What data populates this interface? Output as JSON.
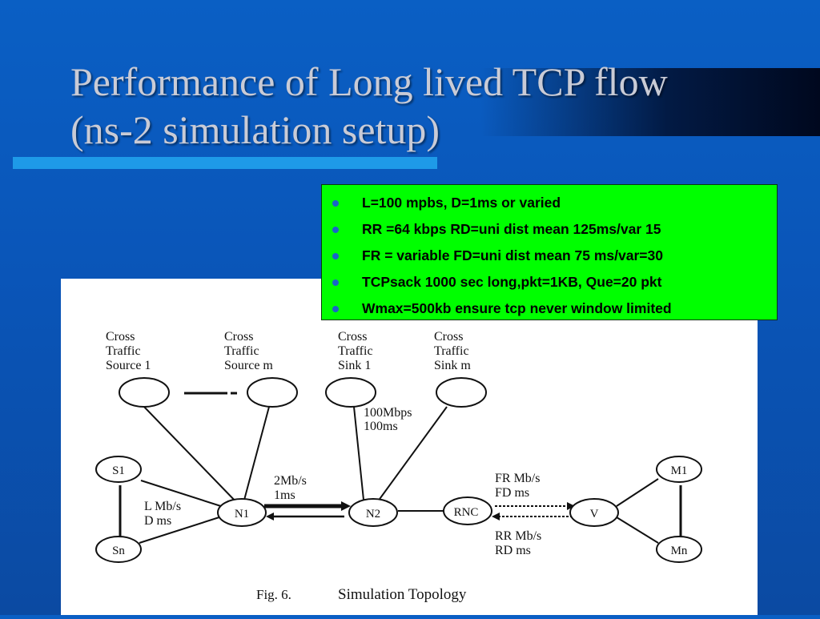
{
  "slide": {
    "title_line1": "Performance of Long lived TCP flow",
    "title_line2": "(ns-2 simulation setup)"
  },
  "params": [
    {
      "text": "L=100 mpbs, D=1ms or varied"
    },
    {
      "text": "RR =64 kbps RD=uni dist mean 125ms/var 15"
    },
    {
      "text": "FR = variable FD=uni dist mean 75 ms/var=30"
    },
    {
      "text": "TCPsack 1000 sec long,pkt=1KB, Que=20 pkt"
    },
    {
      "text": "Wmax=500kb ensure tcp never window limited"
    }
  ],
  "colors": {
    "background": "#0a5fc4",
    "bullet_box": "#00ff00",
    "bullet_dot": "#1a64c8",
    "rule": "#1e9ae8"
  },
  "diagram": {
    "labels": {
      "cross_source_1": [
        "Cross",
        "Traffic",
        "Source 1"
      ],
      "cross_source_m": [
        "Cross",
        "Traffic",
        "Source m"
      ],
      "cross_sink_1": [
        "Cross",
        "Traffic",
        "Sink 1"
      ],
      "cross_sink_m": [
        "Cross",
        "Traffic",
        "Sink m"
      ]
    },
    "nodes": {
      "s1": "S1",
      "sn": "Sn",
      "n1": "N1",
      "n2": "N2",
      "rnc": "RNC",
      "v": "V",
      "m1": "M1",
      "mn": "Mn"
    },
    "link_labels": {
      "cross_link": [
        "100Mbps",
        "100ms"
      ],
      "access": [
        "L Mb/s",
        "D ms"
      ],
      "bottleneck": [
        "2Mb/s",
        "1ms"
      ],
      "forward": [
        "FR Mb/s",
        "FD ms"
      ],
      "reverse": [
        "RR Mb/s",
        "RD ms"
      ]
    },
    "caption_number": "Fig. 6.",
    "caption_text": "Simulation Topology"
  }
}
